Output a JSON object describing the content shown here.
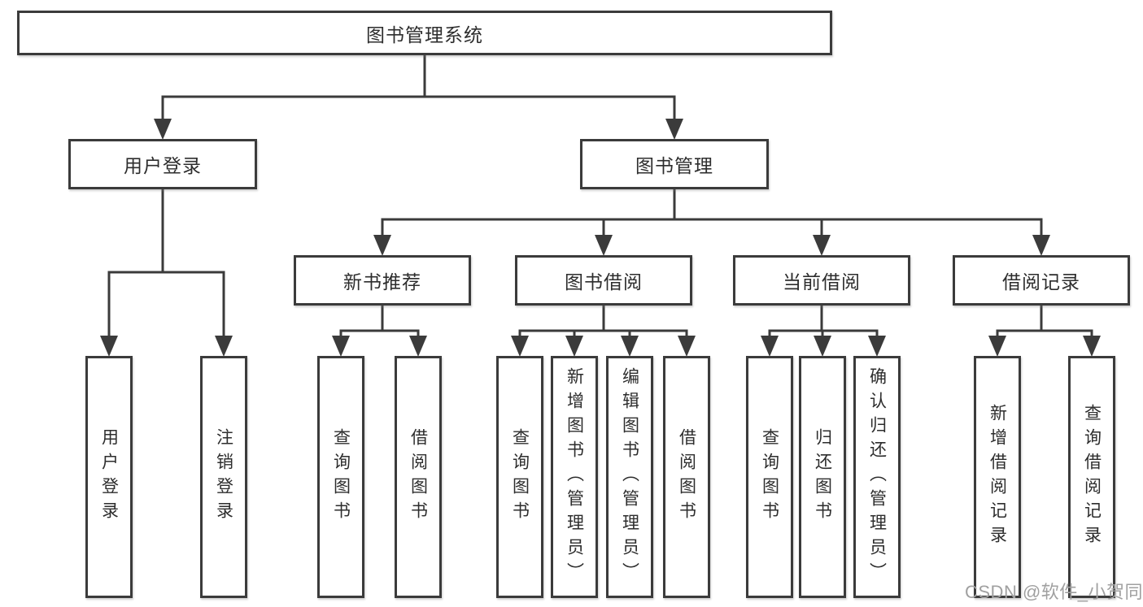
{
  "diagram": {
    "title": "图书管理系统",
    "root": {
      "label": "图书管理系统"
    },
    "level2": [
      {
        "label": "用户登录"
      },
      {
        "label": "图书管理"
      }
    ],
    "level3": [
      {
        "label": "新书推荐",
        "parent": "图书管理"
      },
      {
        "label": "图书借阅",
        "parent": "图书管理"
      },
      {
        "label": "当前借阅",
        "parent": "图书管理"
      },
      {
        "label": "借阅记录",
        "parent": "图书管理"
      }
    ],
    "leaves": [
      {
        "label": "用户登录",
        "parent": "用户登录"
      },
      {
        "label": "注销登录",
        "parent": "用户登录"
      },
      {
        "label": "查询图书",
        "parent": "新书推荐"
      },
      {
        "label": "借阅图书",
        "parent": "新书推荐"
      },
      {
        "label": "查询图书",
        "parent": "图书借阅"
      },
      {
        "label": "新增图书（管理员）",
        "parent": "图书借阅"
      },
      {
        "label": "编辑图书（管理员）",
        "parent": "图书借阅"
      },
      {
        "label": "借阅图书",
        "parent": "图书借阅"
      },
      {
        "label": "查询图书",
        "parent": "当前借阅"
      },
      {
        "label": "归还图书",
        "parent": "当前借阅"
      },
      {
        "label": "确认归还（管理员）",
        "parent": "当前借阅"
      },
      {
        "label": "新增借阅记录",
        "parent": "借阅记录"
      },
      {
        "label": "查询借阅记录",
        "parent": "借阅记录"
      }
    ]
  },
  "watermark": {
    "text": "CSDN @软件_小贺同学"
  },
  "colors": {
    "line": "#3b3b3b",
    "text": "#2d2d2d",
    "box_background": "#ffffff",
    "watermark": "#a0a0a0"
  }
}
